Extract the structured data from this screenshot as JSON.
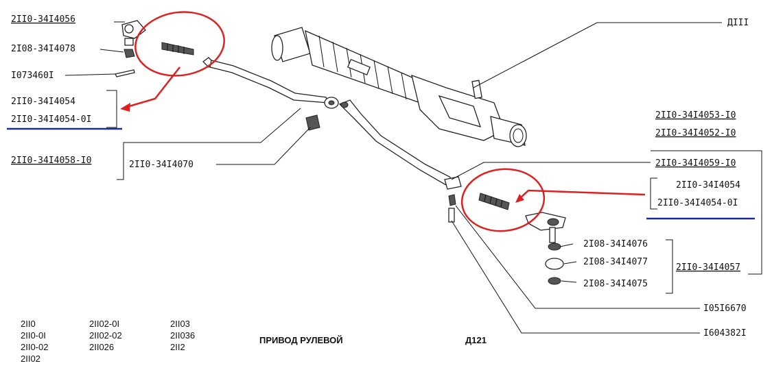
{
  "diagram": {
    "labels_left": {
      "tie_rod_end_left": "2II0-34I4056",
      "nut_left": "2I08-34I4078",
      "cotter_pin": "I073460I",
      "pin_left_1": "2II0-34I4054",
      "pin_left_2": "2II0-34I4054-0I",
      "rod_left": "2II0-34I4058-I0",
      "bushing": "2II0-34I4070"
    },
    "labels_right": {
      "rack": "ДIII",
      "rack_assy_1": "2II0-34I4053-I0",
      "rack_assy_2": "2II0-34I4052-I0",
      "rod_right": "2II0-34I4059-I0",
      "pin_right_1": "2II0-34I4054",
      "pin_right_2": "2II0-34I4054-0I",
      "washer_top": "2I08-34I4076",
      "seal": "2I08-34I4077",
      "washer_bottom": "2I08-34I4075",
      "tie_rod_end_right": "2II0-34I4057",
      "bolt_1": "I05I6670",
      "bolt_2": "I604382I"
    },
    "models": {
      "col1": [
        "2II0",
        "2II0-0I",
        "2II0-02",
        "2II02"
      ],
      "col2": [
        "2II02-0I",
        "2II02-02",
        "2II026"
      ],
      "col3": [
        "2II03",
        "2II036",
        "2II2"
      ]
    },
    "title": "ПРИВОД РУЛЕВОЙ",
    "page_code": "Д121",
    "colors": {
      "highlight": "#e02020",
      "underline": "#1a2a9a",
      "ink": "#111111"
    }
  }
}
